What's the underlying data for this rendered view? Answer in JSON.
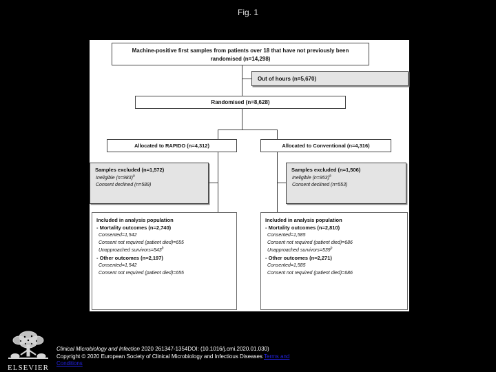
{
  "figure": {
    "title": "Fig. 1"
  },
  "flowchart": {
    "eligible_box": "Machine-positive first samples from patients over 18 that have not previously been randomised (n=14,298)",
    "out_of_hours_box": "Out of hours (n=5,670)",
    "randomised_box": "Randomised (n=8,628)",
    "allocated_rapido_box": "Allocated to RAPIDO (n=4,312)",
    "allocated_conventional_box": "Allocated to Conventional (n=4,316)",
    "excluded_rapido": {
      "header": "Samples excluded (n=1,572)",
      "ineligible": "Ineligible (n=983)",
      "ineligible_note": "a",
      "consent_declined": "Consent declined (n=589)"
    },
    "excluded_conventional": {
      "header": "Samples excluded (n=1,506)",
      "ineligible": "Ineligible (n=953)",
      "ineligible_note": "a",
      "consent_declined": "Consent declined (n=553)"
    },
    "analysis_rapido": {
      "header": "Included in analysis population",
      "mortality": "- Mortality outcomes (n=2,740)",
      "mortality_consented": "Consented=1,542",
      "mortality_not_required": "Consent not required (patient died)=655",
      "unapproached": "Unapproached survivors=543",
      "unapproached_note": "b",
      "other": "- Other outcomes (n=2,197)",
      "other_consented": "Consented=1,542",
      "other_not_required": "Consent not required (patient died)=655"
    },
    "analysis_conventional": {
      "header": "Included in analysis population",
      "mortality": "- Mortality outcomes (n=2,810)",
      "mortality_consented": "Consented=1,585",
      "mortality_not_required": "Consent not required (patient died)=686",
      "unapproached": "Unapproached survivors=539",
      "unapproached_note": "b",
      "other": "- Other outcomes (n=2,271)",
      "other_consented": "Consented=1,585",
      "other_not_required": "Consent not required (patient died)=686"
    }
  },
  "footer": {
    "publisher_name": "ELSEVIER",
    "citation_journal": "Clinical Microbiology and Infection",
    "citation_detail": " 2020 261347-1354DOI: (10.1016/j.cmi.2020.01.030)",
    "copyright_line": "Copyright © 2020 European Society of Clinical Microbiology and Infectious Diseases ",
    "terms_link_line1": "Terms and",
    "terms_link_line2": "Conditions"
  },
  "colors": {
    "page_background": "#000000",
    "panel_background": "#ffffff",
    "box_border": "#454545",
    "gray_box_fill": "#e4e4e4",
    "link_blue": "#2323e6",
    "footer_text": "#ffffff"
  }
}
